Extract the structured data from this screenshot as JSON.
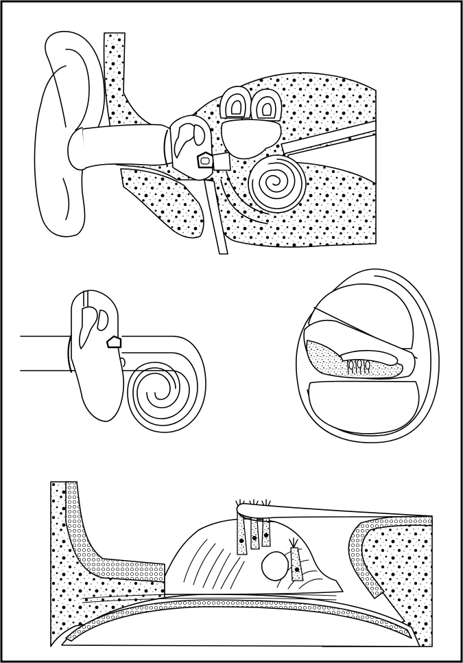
{
  "figure": {
    "panels": [
      {
        "id": "outer-middle-inner-ear",
        "icon": "ear-cross-section-illustration"
      },
      {
        "id": "middle-ear-cochlea-schematic",
        "icon": "cochlea-schematic-illustration"
      },
      {
        "id": "cochlear-duct-cross-section",
        "icon": "cochlear-duct-illustration"
      },
      {
        "id": "organ-of-corti-detail",
        "icon": "organ-of-corti-illustration"
      }
    ],
    "colors": {
      "ink": "#000000",
      "paper": "#ffffff"
    }
  }
}
